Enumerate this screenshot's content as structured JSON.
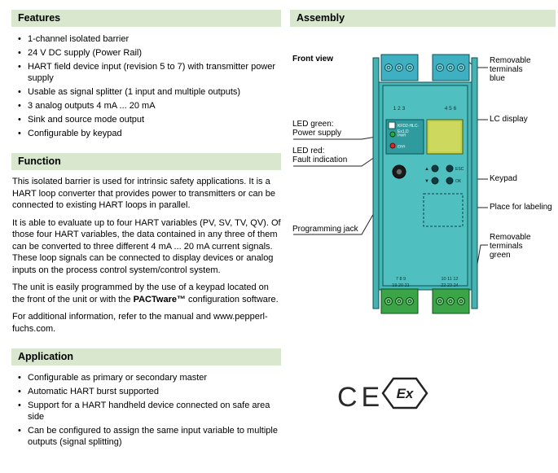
{
  "colors": {
    "section_header_bg": "#d8e7cd",
    "device_teal": "#4fbfbf",
    "terminal_blue": "#3fafc2",
    "terminal_green": "#3aa447",
    "lc_display_green": "#c5d34b",
    "led_red": "#e02424",
    "led_green": "#2fae3c"
  },
  "features": {
    "title": "Features",
    "items": [
      "1-channel isolated barrier",
      "24 V DC supply (Power Rail)",
      "HART field device input (revision 5 to 7) with transmitter power supply",
      "Usable as signal splitter (1 input and multiple outputs)",
      "3 analog outputs 4 mA ... 20 mA",
      "Sink and source mode output",
      "Configurable by keypad"
    ]
  },
  "function": {
    "title": "Function",
    "p1": "This isolated barrier is used for intrinsic safety applications. It is a HART loop converter that provides power to transmitters or can be connected to existing HART loops in parallel.",
    "p2": "It is able to evaluate up to four HART variables (PV, SV, TV, QV). Of those four HART variables, the data contained in any three of them can be converted to three different 4 mA ... 20 mA current signals. These loop signals can be connected to display devices or analog inputs on the process control system/control system.",
    "p3_before": "The unit is easily programmed by the use of a keypad located on the front of the unit or with the ",
    "p3_brand": "PACTware™",
    "p3_after": " configuration software.",
    "p4": "For additional information, refer to the manual and www.pepperl-fuchs.com."
  },
  "application": {
    "title": "Application",
    "items": [
      "Configurable as primary or secondary master",
      "Automatic HART burst supported",
      "Support for a HART handheld device connected on safe area side",
      "Can be configured to assign the same input variable to multiple outputs (signal splitting)"
    ]
  },
  "assembly": {
    "title": "Assembly",
    "front_view": "Front view",
    "callouts": {
      "led_green": "LED green:\nPower supply",
      "led_red": "LED red:\nFault indication",
      "programming_jack": "Programming jack",
      "terminals_blue": "Removable\nterminals\nblue",
      "lc_display": "LC display",
      "keypad": "Keypad",
      "labeling": "Place for labeling",
      "terminals_green": "Removable\nterminals\ngreen"
    },
    "device": {
      "model_line1": "KFD2-HLC-",
      "model_line2": "Ex1.D",
      "led_pwr_label": "PWR",
      "led_err_label": "ERR",
      "terminals_top_left": "1 2 3",
      "terminals_top_right": "4 5 6",
      "terminals_mid_left": "7 8 9",
      "terminals_mid_right": "10 11 12",
      "terminals_bottom_left": "19 20 21",
      "terminals_bottom_right": "22 23 24",
      "key_up": "▲",
      "key_down": "▼",
      "key_esc": "ESC",
      "key_ok": "OK"
    },
    "marks": {
      "ce": "CE",
      "ex": "Ex"
    }
  }
}
